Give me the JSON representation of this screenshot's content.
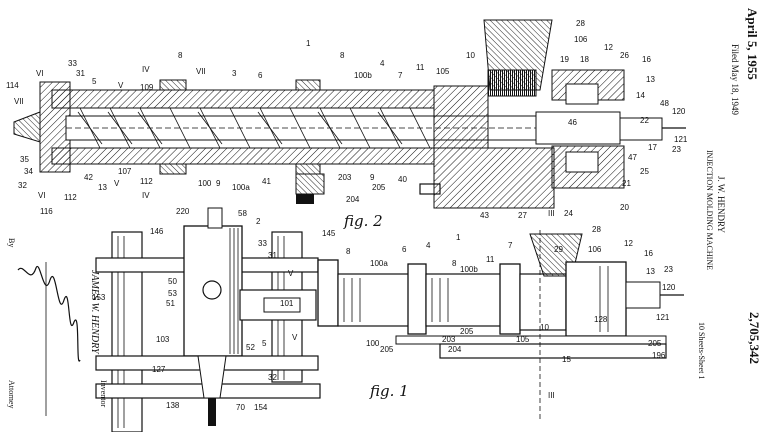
{
  "header": {
    "date": "April 5, 1955",
    "filed": "Filed May 18, 1949",
    "inventor_name": "J. W. HENDRY",
    "title": "INJECTION MOLDING MACHINE",
    "sheets": "10 Sheets-Sheet 1",
    "patent_number": "2,705,342"
  },
  "side_block": {
    "by_label": "By",
    "inventor_caption": "JAMES W. HENDRY",
    "inventor_role": "Inventor",
    "attorney_label": "Attorney"
  },
  "figures": {
    "fig2": "fig. 2",
    "fig1": "fig. 1"
  },
  "labels_fig2": {
    "l1": "1",
    "l28": "28",
    "l106": "106",
    "l12": "12",
    "l26": "26",
    "l16": "16",
    "l13": "13",
    "l14": "14",
    "l48": "48",
    "l120": "120",
    "l121": "121",
    "l23": "23",
    "l22": "22",
    "l46": "46",
    "l18": "18",
    "l19": "19",
    "l10": "10",
    "l105": "105",
    "l11": "11",
    "l7": "7",
    "l4": "4",
    "l100b": "100b",
    "l8a": "8",
    "l8b": "8",
    "l3": "3",
    "l6": "6",
    "l5": "5",
    "l31": "31",
    "l33": "33",
    "l114": "114",
    "lVIa": "VI",
    "lVIIa": "VII",
    "lVIIb": "VII",
    "lIVa": "IV",
    "lVa": "V",
    "l109": "109",
    "l35": "35",
    "l34": "34",
    "l32": "32",
    "l116": "116",
    "lVIb": "VI",
    "l112a": "112",
    "l42": "42",
    "l13b": "13",
    "lVb": "V",
    "l107": "107",
    "l112b": "112",
    "lIVb": "IV",
    "l100": "100",
    "l9a": "9",
    "l100a": "100a",
    "l41": "41",
    "l9b": "9",
    "l40": "40",
    "l203": "203",
    "l205": "205",
    "l204": "204",
    "l43": "43",
    "l27": "27",
    "l24": "24",
    "l20": "20",
    "l21": "21",
    "l25": "25",
    "l17": "17",
    "l47": "47"
  },
  "labels_fig1": {
    "l220": "220",
    "l58": "58",
    "l2": "2",
    "l146": "146",
    "l33": "33",
    "l145": "145",
    "l31": "31",
    "l8": "8",
    "l6": "6",
    "l4": "4",
    "l1": "1",
    "l100a": "100a",
    "l8b": "8",
    "l100b": "100b",
    "l11": "11",
    "l7": "7",
    "l28": "28",
    "l106": "106",
    "l29": "29",
    "l12": "12",
    "l16": "16",
    "l13": "13",
    "l23": "23",
    "l120": "120",
    "l121": "121",
    "l128": "128",
    "l10": "10",
    "l15": "15",
    "l205a": "205",
    "l105": "105",
    "l203": "203",
    "l204": "204",
    "l205b": "205",
    "l205c": "205",
    "l196": "196",
    "l50": "50",
    "l53": "53",
    "l51": "51",
    "l101": "101",
    "l103": "103",
    "l52": "52",
    "l5": "5",
    "l32": "32",
    "l127": "127",
    "l153": "153",
    "l138": "138",
    "l154": "154",
    "l70": "70",
    "l100": "100",
    "lIIIa": "III",
    "lIIIb": "III",
    "lVa": "V",
    "lVb": "V"
  }
}
